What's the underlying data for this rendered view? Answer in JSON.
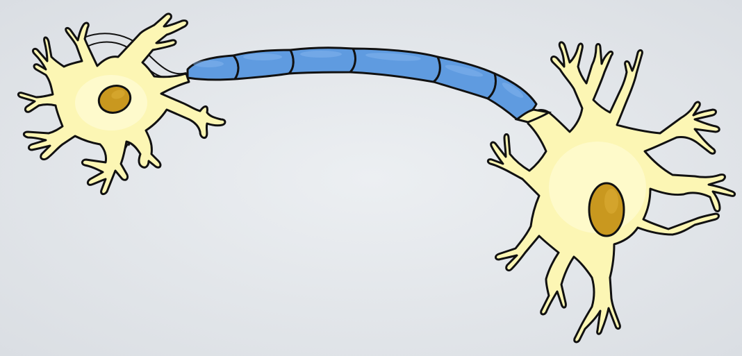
{
  "colors": {
    "background": "#eceff2",
    "background_edge": "#d9dde2",
    "cell_body": "#fcf6b4",
    "cell_highlight": "#fffde0",
    "nucleus": "#c9981f",
    "nucleus_highlight": "#dcae36",
    "axon_segment": "#5f9be0",
    "axon_highlight": "#8ab9f0",
    "outline": "#111111"
  },
  "diagram": {
    "subject": "neuron-illustration",
    "components": [
      "presynaptic-cell-body",
      "presynaptic-nucleus",
      "presynaptic-dendrites",
      "axon-hillock",
      "myelin-sheath-segments",
      "axon-terminal",
      "postsynaptic-cell-body",
      "postsynaptic-nucleus",
      "postsynaptic-dendrites"
    ],
    "myelin_segment_count": 6
  }
}
